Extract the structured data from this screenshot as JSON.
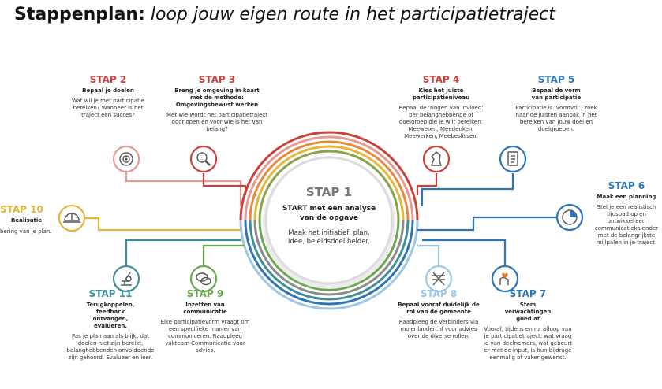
{
  "title": {
    "bold": "Stappenplan:",
    "italic": "loop jouw eigen route in het participatietraject"
  },
  "colors": {
    "red": "#c9413a",
    "salmon": "#e79a93",
    "orange": "#e6893a",
    "yellow": "#e3b73a",
    "green": "#6aa84f",
    "olive": "#8aa34a",
    "teal": "#3f8f9a",
    "blue": "#2f74b5",
    "lightblue": "#9cc8e6",
    "gray": "#8b8b8b"
  },
  "center": {
    "label": "STAP 1",
    "heading": "START met een analyse van de opgave",
    "body": "Maak het initiatief, plan, idee, beleidsdoel helder."
  },
  "steps": {
    "s2": {
      "label": "STAP 2",
      "heading": "Bepaal je doelen",
      "body": "Wat wil je met participatie bereiken? Wanneer is het traject een succes?",
      "icon": "target-icon"
    },
    "s3": {
      "label": "STAP 3",
      "heading": "Breng je omgeving in kaart met de methode: Omgevingsbewust werken",
      "body": "Met wie wordt het participatietraject doorlopen en voor wie is het van belang?",
      "icon": "magnifier-icon"
    },
    "s4": {
      "label": "STAP 4",
      "heading": "Kies het juiste participatieniveau",
      "body": "Bepaal de ‘ringen van invloed’ per belanghebbende of doelgroep die je wilt bereiken: Meeweten, Meedenken, Meewerken, Meebeslissen.",
      "icon": "chess-knight-icon"
    },
    "s5": {
      "label": "STAP 5",
      "heading": "Bepaal de vorm van participatie",
      "body": "Participatie is ‘vormvrij’, zoek naar de juisten aanpak in het bereiken van jouw doel en doelgroepen.",
      "icon": "notebook-icon"
    },
    "s6": {
      "label": "STAP 6",
      "heading": "Maak een planning",
      "body": "Stel je een realistisch tijdspad op en ontwikkel een communicatiekalender met de belangrijkste mijlpalen in je traject.",
      "icon": "clock-icon"
    },
    "s7": {
      "label": "STAP 7",
      "heading": "Stem verwachtingen goed af",
      "body": "Vooraf, tijdens en na afloop van je participatietraject: wat vraag je van deelnemers, wat gebeurt er met de input, is hun bijdrage eenmalig of vaker gewenst.",
      "icon": "hand-heart-icon"
    },
    "s8": {
      "label": "STAP 8",
      "heading": "Bepaal vooraf duidelijk de rol van de gemeente",
      "body": "Raadpleeg de Verbinders via molenlanden.nl voor advies over de diverse rollen.",
      "icon": "director-chair-icon"
    },
    "s9": {
      "label": "STAP 9",
      "heading": "Inzetten van communicatie",
      "body": "Elke participatievorm vraagt om een specifieke manier van communiceren. Raadpleeg vakteam Communicatie voor advies.",
      "icon": "speech-bubbles-icon"
    },
    "s10": {
      "label": "STAP 10",
      "heading": "Realisatie",
      "body": "bering van je plan.",
      "icon": "hardhat-icon"
    },
    "s11": {
      "label": "STAP 11",
      "heading": "Terugkoppelen, feedback ontvangen, evalueren.",
      "body": "Pas je plan aan als blijkt dat doelen niet zijn bereikt, belanghebbenden onvoldoende zijn gehoord. Evalueer en leer.",
      "icon": "microscope-icon"
    }
  }
}
